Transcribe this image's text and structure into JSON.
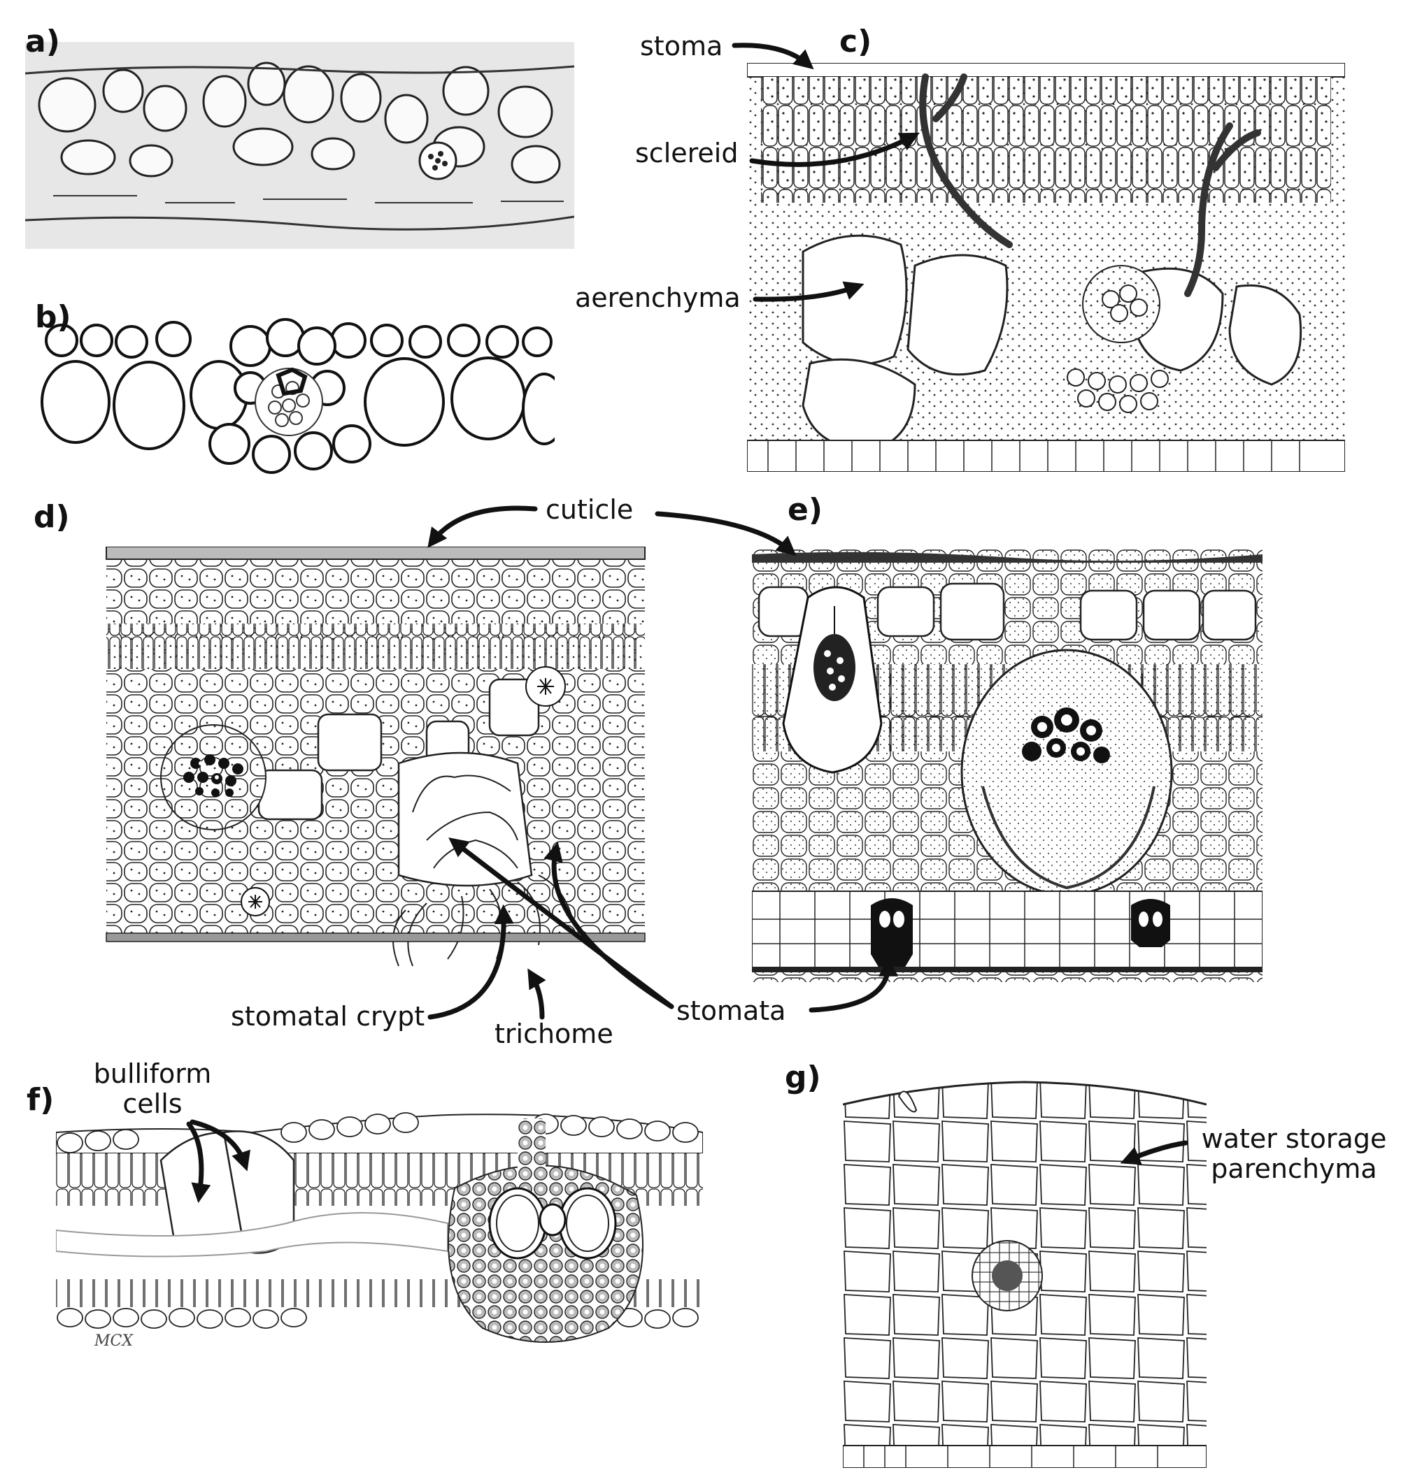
{
  "panels": [
    {
      "id": "a",
      "letter": "a)"
    },
    {
      "id": "b",
      "letter": "b)"
    },
    {
      "id": "c",
      "letter": "c)"
    },
    {
      "id": "d",
      "letter": "d)"
    },
    {
      "id": "e",
      "letter": "e)"
    },
    {
      "id": "f",
      "letter": "f)"
    },
    {
      "id": "g",
      "letter": "g)"
    }
  ],
  "labels": {
    "stoma": "stoma",
    "sclereid": "sclereid",
    "aerenchyma": "aerenchyma",
    "cuticle": "cuticle",
    "stomatal_crypt": "stomatal crypt",
    "trichome": "trichome",
    "stomata": "stomata",
    "bulliform_1": "bulliform",
    "bulliform_2": "cells",
    "water_storage_1": "water storage",
    "water_storage_2": "parenchyma"
  },
  "artist_mark": "MCX"
}
